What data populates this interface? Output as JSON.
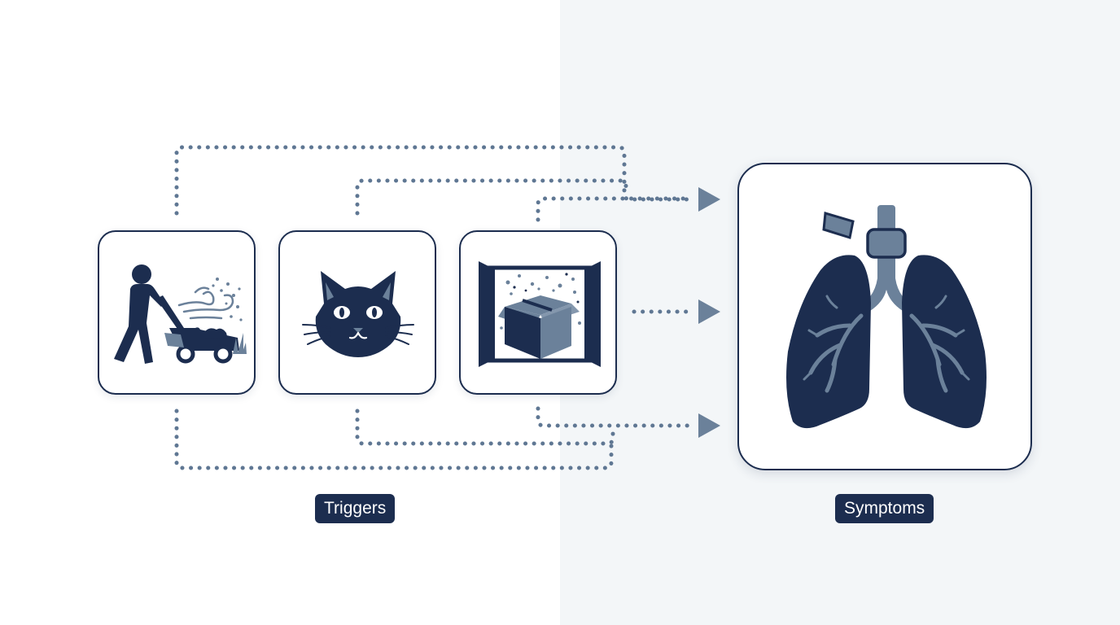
{
  "labels": {
    "triggers": "Triggers",
    "symptoms": "Symptoms"
  },
  "triggers": [
    {
      "name": "lawn-mowing",
      "icon": "person-mowing-lawn-icon"
    },
    {
      "name": "cat",
      "icon": "cat-face-icon"
    },
    {
      "name": "dusty-box",
      "icon": "dusty-box-icon"
    }
  ],
  "symptom": {
    "name": "lungs",
    "icon": "lungs-icon"
  },
  "colors": {
    "primary": "#1c2d4f",
    "secondary": "#6b819a",
    "connector": "#5f7793",
    "arrow": "#6b819a",
    "right_panel_bg": "#f3f6f8"
  }
}
